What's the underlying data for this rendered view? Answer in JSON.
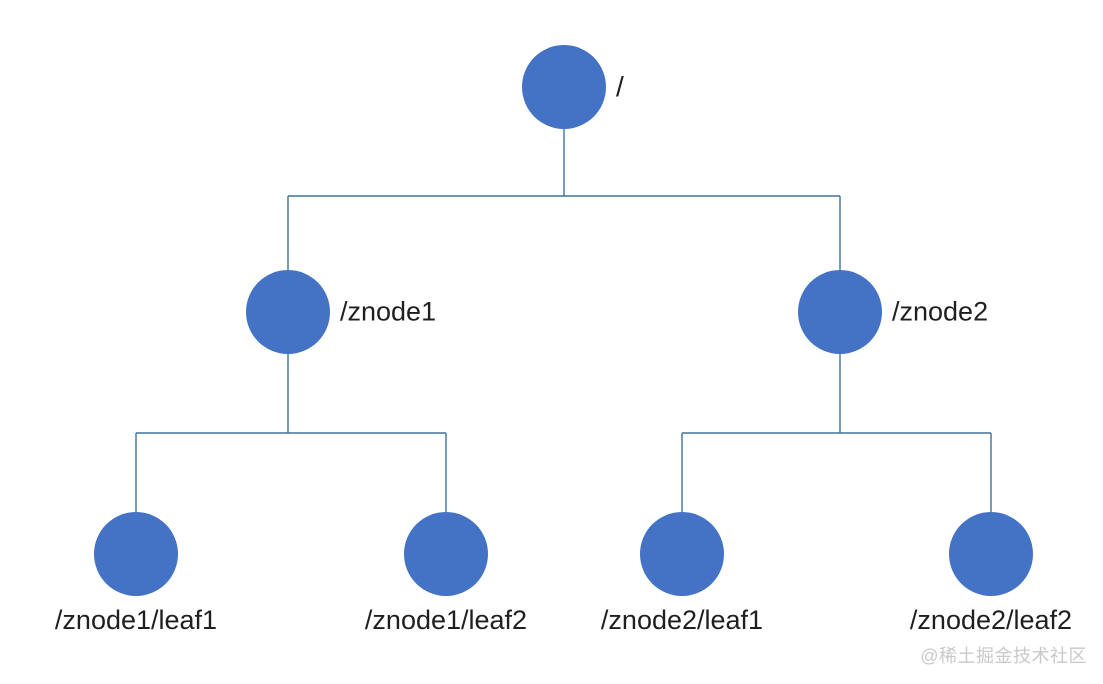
{
  "colors": {
    "node_fill": "#4472C4",
    "connector_line": "#41719C",
    "label_text": "#1f1f1f",
    "watermark_text": "#C9C9C9",
    "background": "#ffffff"
  },
  "tree": {
    "root": {
      "label": "/"
    },
    "children": [
      {
        "label": "/znode1",
        "leaves": [
          {
            "label": "/znode1/leaf1"
          },
          {
            "label": "/znode1/leaf2"
          }
        ]
      },
      {
        "label": "/znode2",
        "leaves": [
          {
            "label": "/znode2/leaf1"
          },
          {
            "label": "/znode2/leaf2"
          }
        ]
      }
    ]
  },
  "watermark": {
    "text": "@稀土掘金技术社区"
  }
}
